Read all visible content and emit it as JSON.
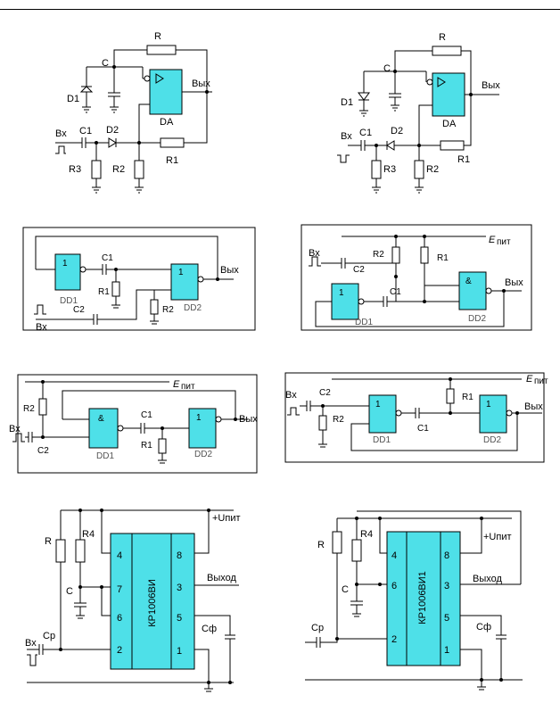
{
  "labels": {
    "R": "R",
    "C": "C",
    "D1": "D1",
    "D2": "D2",
    "C1": "C1",
    "C2": "C2",
    "R1": "R1",
    "R2": "R2",
    "R3": "R3",
    "R4": "R4",
    "DA": "DA",
    "DD1": "DD1",
    "DD2": "DD2",
    "vyh": "Вых",
    "vh": "Вх",
    "gate_one": "1",
    "gate_and": "&",
    "E": "E",
    "pit": "пит",
    "upit": "+Uпит",
    "vyhod": "Выход",
    "Cp": "Cp",
    "Cf": "Cф",
    "chip1": "КР1006ВИ",
    "chip2": "КР1006ВИ1",
    "pin1": "1",
    "pin2": "2",
    "pin3": "3",
    "pin4": "4",
    "pin5": "5",
    "pin6": "6",
    "pin7": "7",
    "pin8": "8"
  }
}
